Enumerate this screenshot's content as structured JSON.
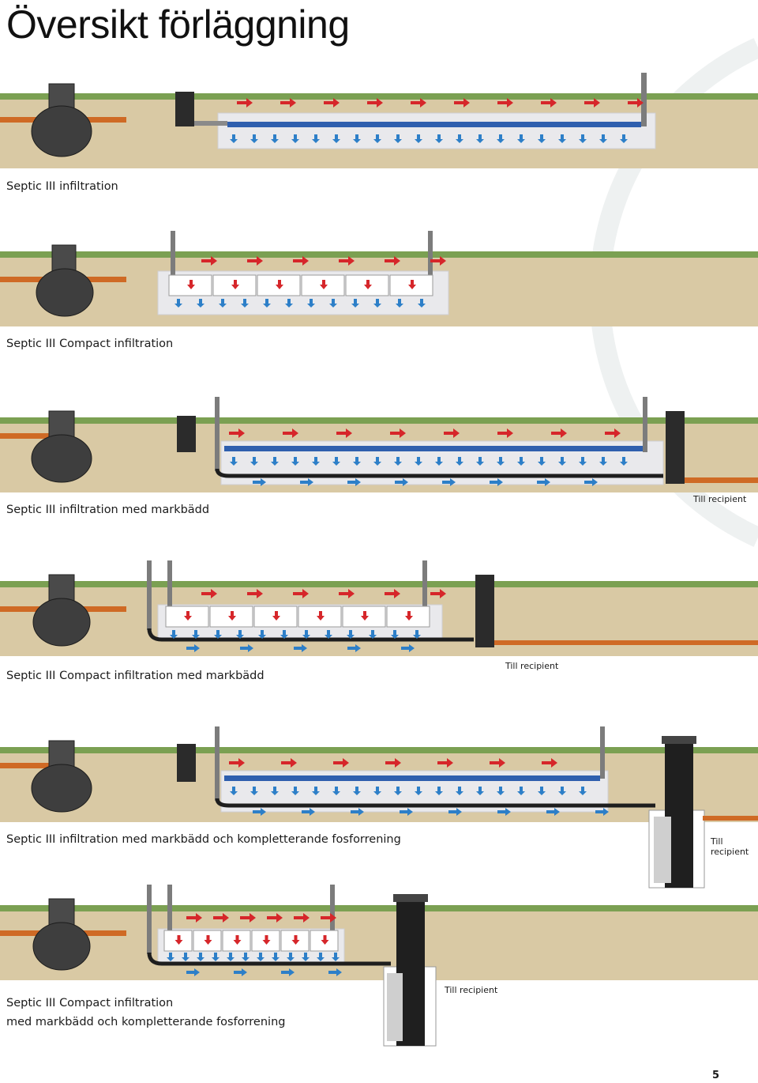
{
  "page": {
    "title": "Översikt förläggning",
    "page_number": "5"
  },
  "sections": [
    {
      "caption_lines": [
        "Septic III infiltration"
      ]
    },
    {
      "caption_lines": [
        "Septic III Compact infiltration"
      ]
    },
    {
      "caption_lines": [
        "Septic III infiltration med markbädd"
      ],
      "outlet_label": "Till recipient"
    },
    {
      "caption_lines": [
        "Septic III Compact infiltration med markbädd"
      ],
      "outlet_label": "Till recipient"
    },
    {
      "caption_lines": [
        "Septic III infiltration med markbädd och kompletterande fosforrening"
      ],
      "outlet_label_lines": [
        "Till",
        "recipient"
      ]
    },
    {
      "caption_lines": [
        "Septic III Compact infiltration",
        "med markbädd och kompletterande fosforrening"
      ],
      "outlet_label": "Till recipient"
    }
  ],
  "colors": {
    "soil": "#d9c9a4",
    "grass": "#6f9a4a",
    "inlet_pipe": "#cf6a25",
    "distribution_pipe": "#2f5fae",
    "flow_arrow_red": "#d6262a",
    "flow_arrow_blue": "#2d7fc8",
    "gravel_bed": "#e9e9ec",
    "tank": "#3b3b3b"
  }
}
